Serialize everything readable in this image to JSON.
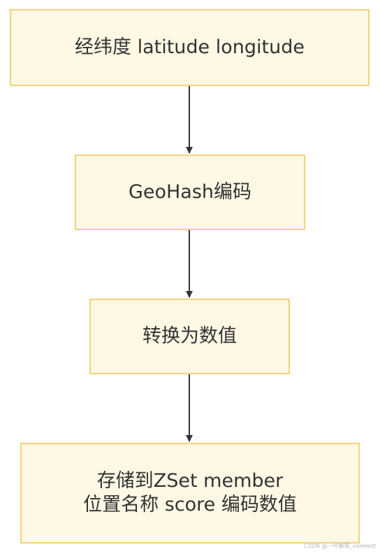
{
  "diagram": {
    "nodes": [
      {
        "id": "geo-coords",
        "lines": [
          "经纬度 latitude longitude"
        ]
      },
      {
        "id": "geohash",
        "lines": [
          "GeoHash编码"
        ]
      },
      {
        "id": "to-number",
        "lines": [
          "转换为数值"
        ]
      },
      {
        "id": "zset-store",
        "lines": [
          "存储到ZSet member",
          "位置名称 score 编码数值"
        ]
      }
    ],
    "edges": [
      {
        "from": "geo-coords",
        "to": "geohash"
      },
      {
        "from": "geohash",
        "to": "to-number"
      },
      {
        "from": "to-number",
        "to": "zset-store"
      }
    ]
  },
  "colors": {
    "node_fill": "#fff8e4",
    "node_border": "#f2d27a",
    "text": "#333333",
    "arrow": "#333333"
  },
  "watermark": "CSDN @一叶飘零_sweeeet"
}
